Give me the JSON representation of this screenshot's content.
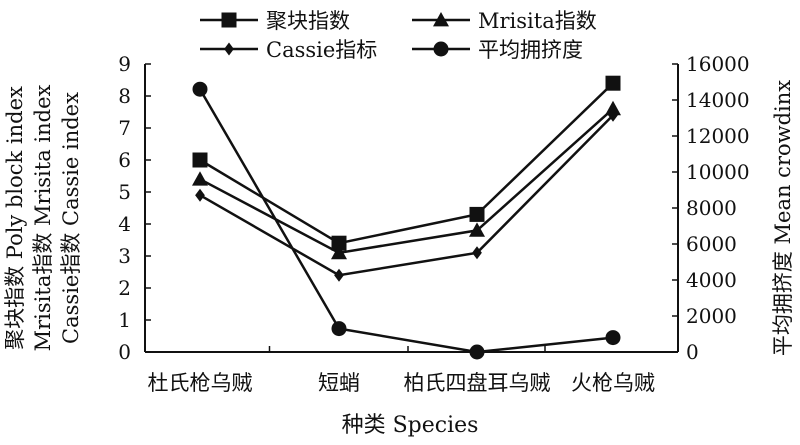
{
  "chart_data": {
    "type": "line",
    "title": "",
    "categories": [
      "杜氏枪乌贼",
      "短蛸",
      "柏氏四盘耳乌贼",
      "火枪乌贼"
    ],
    "xlabel": "种类 Species",
    "ylabel_left": [
      "聚块指数 Poly block index",
      "Mrisita指数 Mrisita index",
      "Cassie指数 Cassie index"
    ],
    "ylabel_right": "平均拥挤度 Mean crowdinx",
    "ylim_left": [
      0,
      9
    ],
    "yticks_left": [
      "0",
      "1",
      "2",
      "3",
      "4",
      "5",
      "6",
      "7",
      "8",
      "9"
    ],
    "ylim_right": [
      0,
      16000
    ],
    "yticks_right": [
      "0",
      "2000",
      "4000",
      "6000",
      "8000",
      "10000",
      "12000",
      "14000",
      "16000"
    ],
    "legend_position": "top",
    "grid": false,
    "series": [
      {
        "name": "聚块指数",
        "axis": "left",
        "marker": "square",
        "values": [
          6.0,
          3.4,
          4.3,
          8.4
        ]
      },
      {
        "name": "Mrisita指数",
        "axis": "left",
        "marker": "triangle",
        "values": [
          5.4,
          3.1,
          3.8,
          7.6
        ]
      },
      {
        "name": "Cassie指标",
        "axis": "left",
        "marker": "diamond",
        "values": [
          4.9,
          2.4,
          3.1,
          7.4
        ]
      },
      {
        "name": "平均拥挤度",
        "axis": "right",
        "marker": "circle",
        "values": [
          14600,
          1300,
          0,
          800
        ]
      }
    ]
  }
}
